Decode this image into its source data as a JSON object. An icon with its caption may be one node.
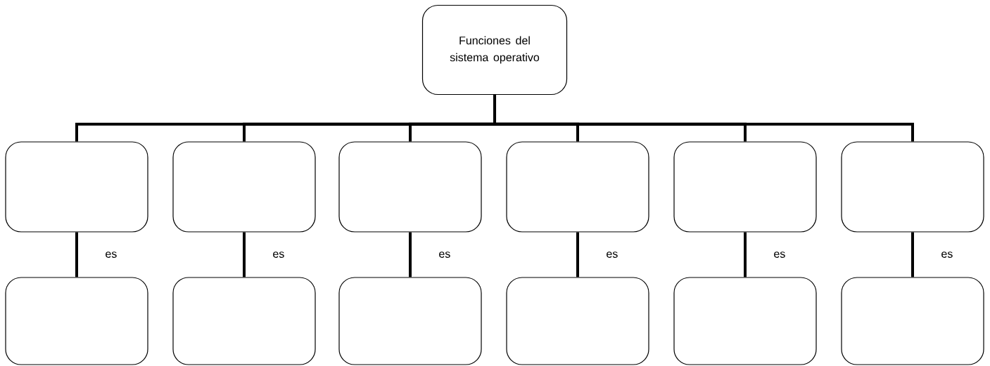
{
  "diagram": {
    "nodes": [
      {
        "text": [
          "Funciones del sistema operativo"
        ]
      },
      {
        "text": [],
        "shape": "box"
      },
      {
        "text": [],
        "shape": "box"
      },
      {
        "text": [],
        "shape": "box"
      },
      {
        "text": [],
        "shape": "box"
      },
      {
        "text": [],
        "shape": "box"
      },
      {
        "text": [],
        "shape": "box"
      },
      {
        "text": [],
        "shape": "box"
      },
      {
        "text": [],
        "shape": "box"
      },
      {
        "text": [],
        "shape": "box"
      },
      {
        "text": [],
        "shape": "box"
      },
      {
        "text": [],
        "shape": "box"
      },
      {
        "text": [],
        "shape": "box"
      }
    ],
    "edges": [
      {
        "from": 0,
        "to": 1,
        "arrow": "none"
      },
      {
        "from": 0,
        "to": 2,
        "arrow": "none"
      },
      {
        "from": 0,
        "to": 3,
        "arrow": "none"
      },
      {
        "from": 0,
        "to": 4,
        "arrow": "none"
      },
      {
        "from": 0,
        "to": 5,
        "arrow": "none"
      },
      {
        "from": 0,
        "to": 6,
        "arrow": "none"
      },
      {
        "from": 1,
        "to": 7,
        "label": "es",
        "arrow": "none"
      },
      {
        "from": 2,
        "to": 8,
        "label": "es",
        "arrow": "none"
      },
      {
        "from": 3,
        "to": 9,
        "label": "es",
        "arrow": "none"
      },
      {
        "from": 4,
        "to": 10,
        "label": "es",
        "arrow": "none"
      },
      {
        "from": 5,
        "to": 11,
        "label": "es",
        "arrow": "none"
      },
      {
        "from": 6,
        "to": 12,
        "label": "es",
        "arrow": "none"
      }
    ]
  }
}
